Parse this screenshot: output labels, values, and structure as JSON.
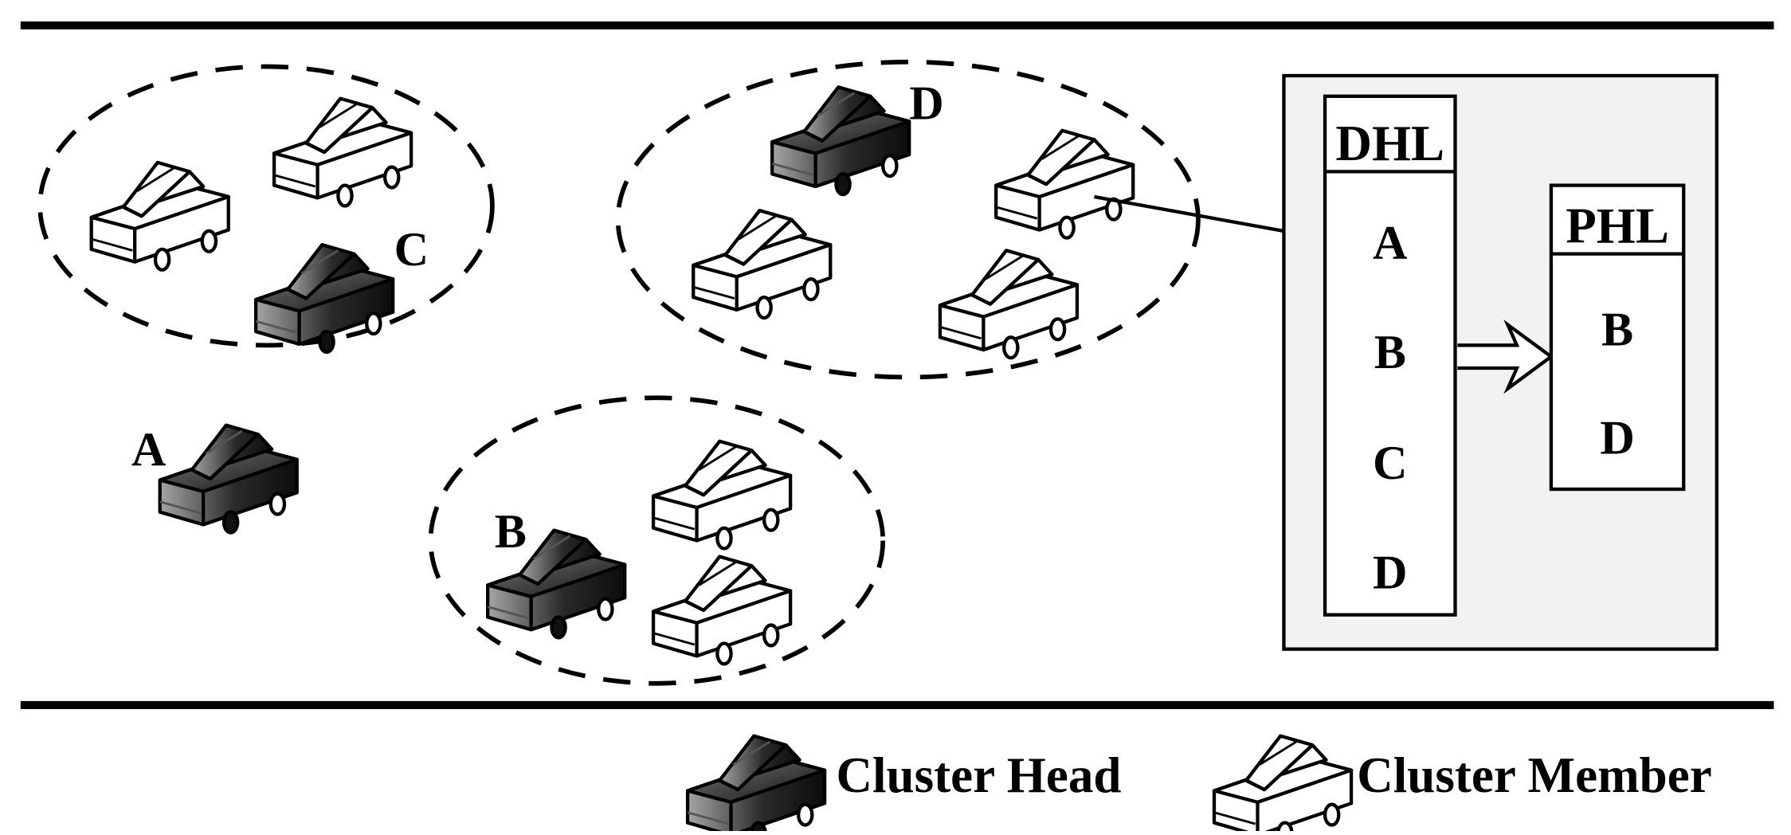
{
  "vehicle_labels": {
    "a": "A",
    "b": "B",
    "c": "C",
    "d": "D"
  },
  "dhl_table": {
    "title": "DHL",
    "entries": [
      "A",
      "B",
      "C",
      "D"
    ]
  },
  "phl_table": {
    "title": "PHL",
    "entries": [
      "B",
      "D"
    ]
  },
  "legend": {
    "cluster_head": "Cluster Head",
    "cluster_member": "Cluster Member"
  },
  "colors": {
    "road_edge": "#000000",
    "panel_fill": "#f2f2f2",
    "head_car_dark": "#111111",
    "head_car_light": "#9a9a9a",
    "member_car": "#ffffff"
  }
}
